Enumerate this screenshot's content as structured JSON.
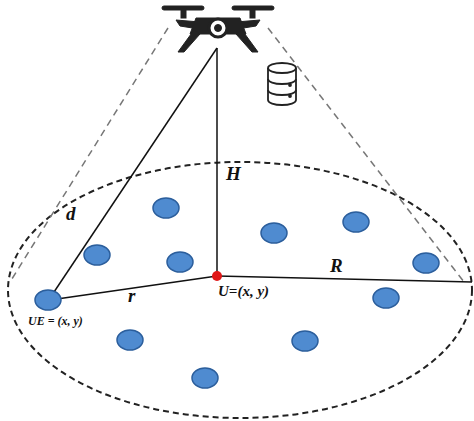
{
  "diagram": {
    "labels": [
      "d",
      "H",
      "U=(x, y)",
      "R",
      "r",
      "UE = (x, y)"
    ]
  }
}
